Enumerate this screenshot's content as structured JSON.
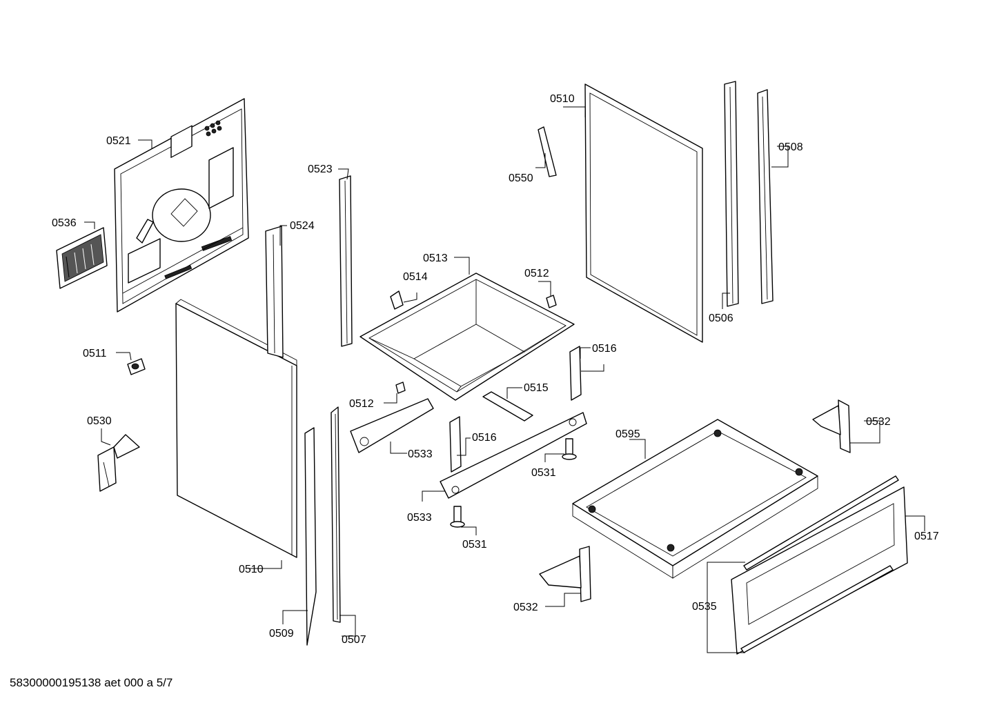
{
  "footer": "58300000195138 aet 000 a 5/7",
  "labels": {
    "l0521": "0521",
    "l0536": "0536",
    "l0511": "0511",
    "l0530": "0530",
    "l0523": "0523",
    "l0524": "0524",
    "l0510a": "0510",
    "l0509": "0509",
    "l0507": "0507",
    "l0513": "0513",
    "l0514": "0514",
    "l0512a": "0512",
    "l0512b": "0512",
    "l0515": "0515",
    "l0516a": "0516",
    "l0516b": "0516",
    "l0533a": "0533",
    "l0533b": "0533",
    "l0531a": "0531",
    "l0531b": "0531",
    "l0510b": "0510",
    "l0550": "0550",
    "l0506": "0506",
    "l0508": "0508",
    "l0595": "0595",
    "l0532a": "0532",
    "l0532b": "0532",
    "l0517": "0517",
    "l0535": "0535"
  }
}
